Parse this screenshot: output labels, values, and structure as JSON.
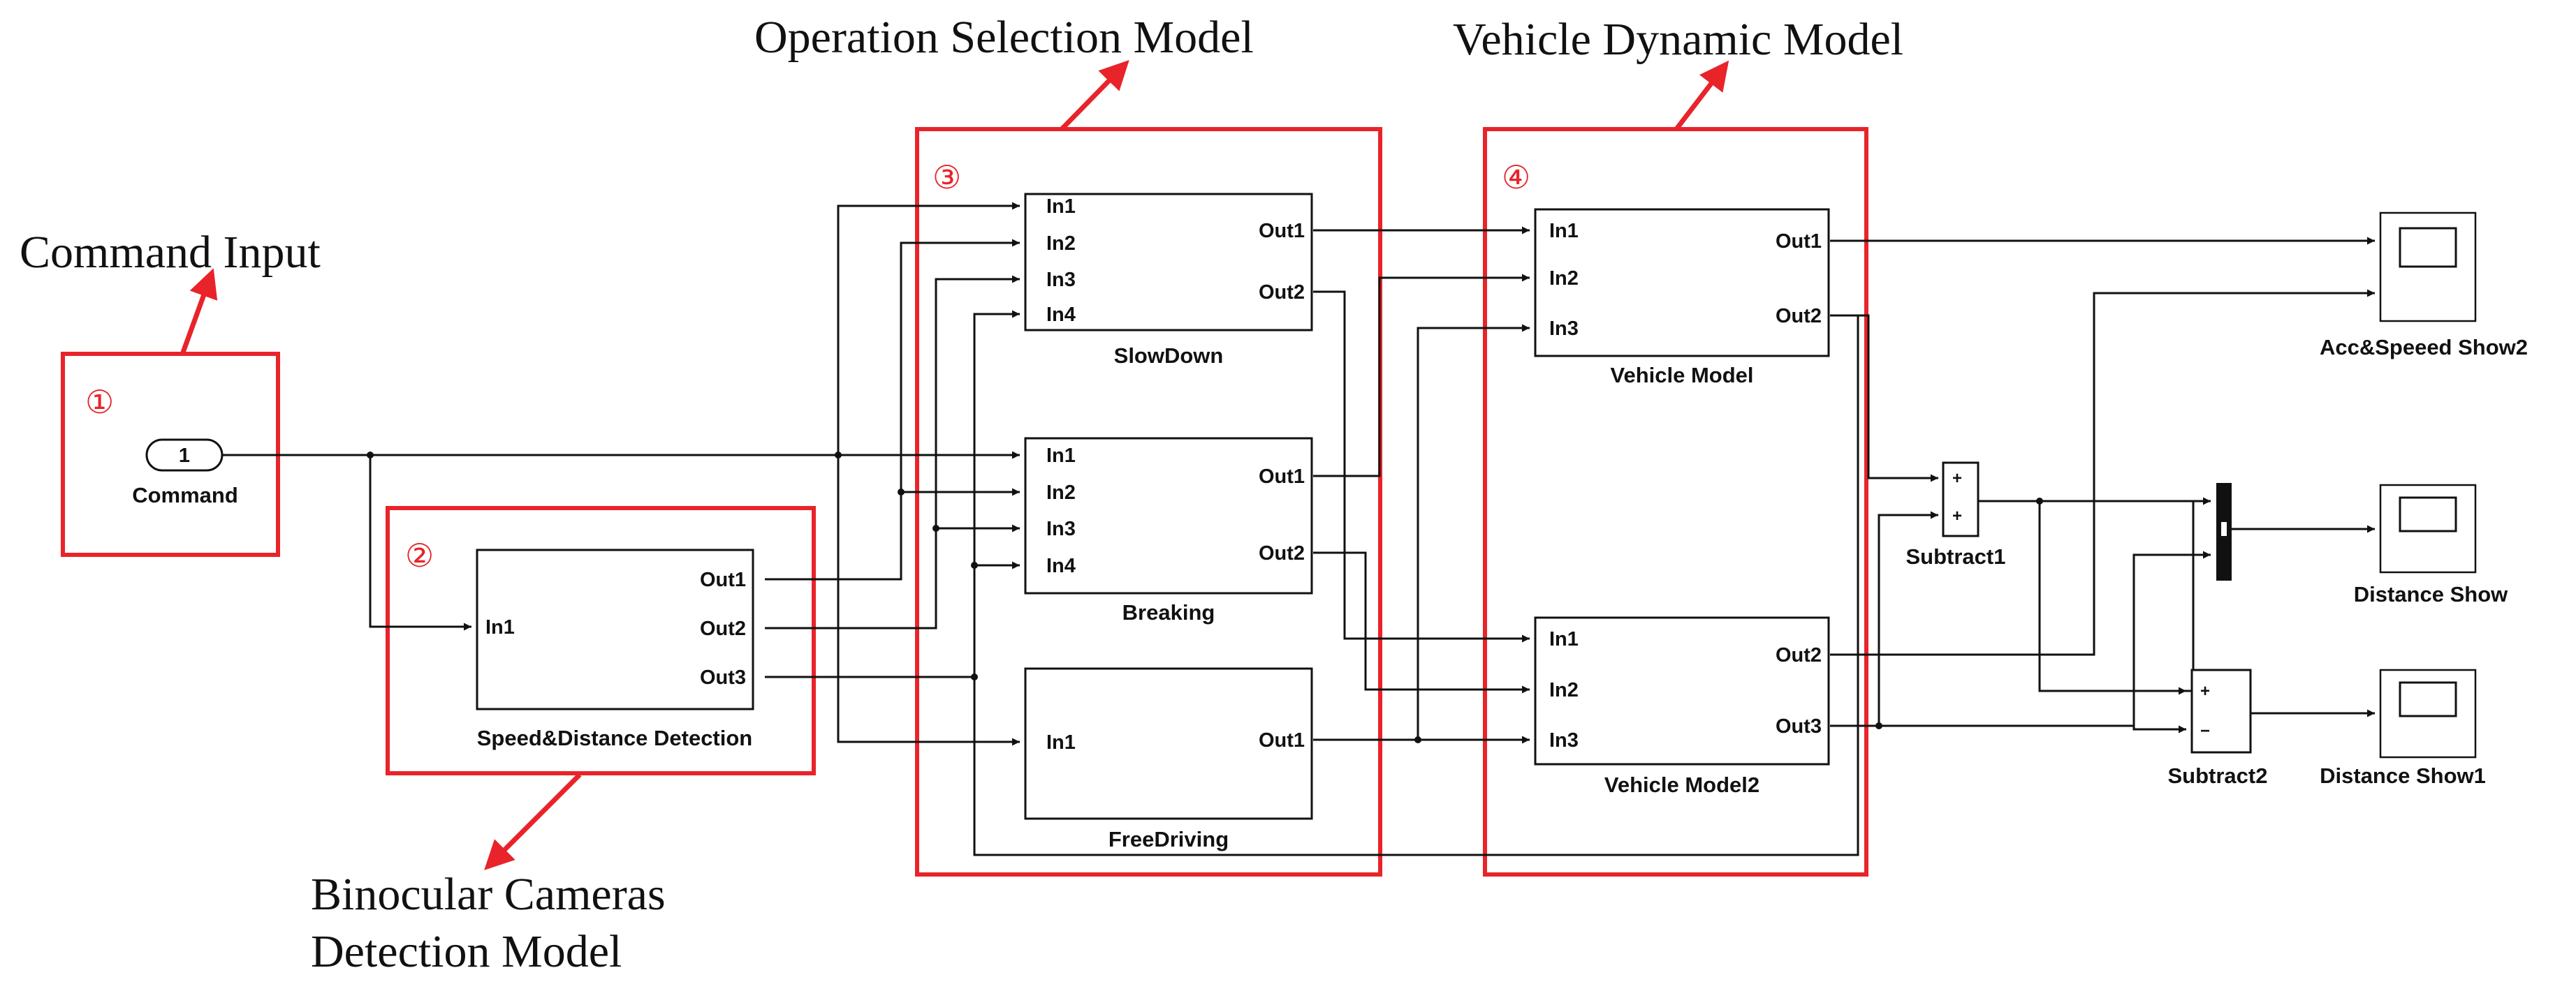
{
  "annotations": {
    "command_input": "Command Input",
    "operation_selection": "Operation Selection Model",
    "vehicle_dynamic": "Vehicle Dynamic Model",
    "binocular_line1": "Binocular Cameras",
    "binocular_line2": "Detection Model",
    "n1": "①",
    "n2": "②",
    "n3": "③",
    "n4": "④"
  },
  "blocks": {
    "command": {
      "value": "1",
      "name": "Command"
    },
    "detection": {
      "name": "Speed&Distance Detection",
      "in": [
        "In1"
      ],
      "out": [
        "Out1",
        "Out2",
        "Out3"
      ]
    },
    "slowdown": {
      "name": "SlowDown",
      "in": [
        "In1",
        "In2",
        "In3",
        "In4"
      ],
      "out": [
        "Out1",
        "Out2"
      ]
    },
    "breaking": {
      "name": "Breaking",
      "in": [
        "In1",
        "In2",
        "In3",
        "In4"
      ],
      "out": [
        "Out1",
        "Out2"
      ]
    },
    "freedriving": {
      "name": "FreeDriving",
      "in": [
        "In1"
      ],
      "out": [
        "Out1"
      ]
    },
    "vehicle1": {
      "name": "Vehicle Model",
      "in": [
        "In1",
        "In2",
        "In3"
      ],
      "out": [
        "Out1",
        "Out2"
      ]
    },
    "vehicle2": {
      "name": "Vehicle Model2",
      "in": [
        "In1",
        "In2",
        "In3"
      ],
      "out": [
        "Out2",
        "Out3"
      ]
    },
    "subtract1": {
      "name": "Subtract1",
      "signs": [
        "+",
        "+"
      ]
    },
    "subtract2": {
      "name": "Subtract2",
      "signs": [
        "+",
        "−"
      ]
    },
    "scope1": {
      "name": "Acc&Speeed Show2"
    },
    "scope2": {
      "name": "Distance Show"
    },
    "scope3": {
      "name": "Distance Show1"
    }
  },
  "colors": {
    "annotation_red": "#e8242a",
    "line_black": "#111111"
  }
}
